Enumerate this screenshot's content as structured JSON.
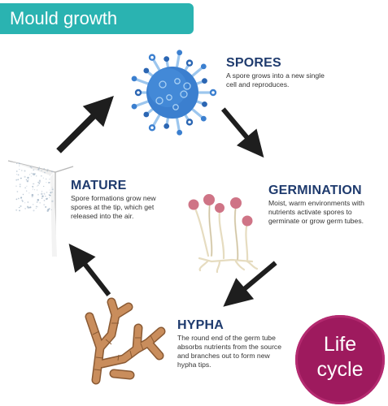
{
  "banner": {
    "title": "Mould growth",
    "color": "#2ab3b1"
  },
  "stages": {
    "spores": {
      "title": "SPORES",
      "lines": [
        "A spore grows into a new single",
        "cell and reproduces."
      ]
    },
    "germination": {
      "title": "GERMINATION",
      "lines": [
        "Moist, warm environments with",
        "nutrients activate spores to",
        "germinate or grow germ tubes."
      ]
    },
    "hypha": {
      "title": "HYPHA",
      "lines": [
        "The round end of the germ tube",
        "absorbs nutrients from the source",
        "and branches out to form new",
        "hypha tips."
      ]
    },
    "mature": {
      "title": "MATURE",
      "lines": [
        "Spore formations grow new",
        "spores at the tip, which get",
        "released into the air."
      ]
    }
  },
  "badge": {
    "line1": "Life",
    "line2": "cycle",
    "color": "#9e1a5e"
  },
  "colors": {
    "title_text": "#1f3b6e",
    "arrow": "#1e1e1e",
    "spore_body": "#3b7fcf",
    "spore_light": "#9cc6ee",
    "germ_head": "#cf7486",
    "hypha_fill": "#c98d5c"
  },
  "icons": [
    "spore-icon",
    "germination-icon",
    "hypha-icon",
    "mature-corner-icon"
  ]
}
